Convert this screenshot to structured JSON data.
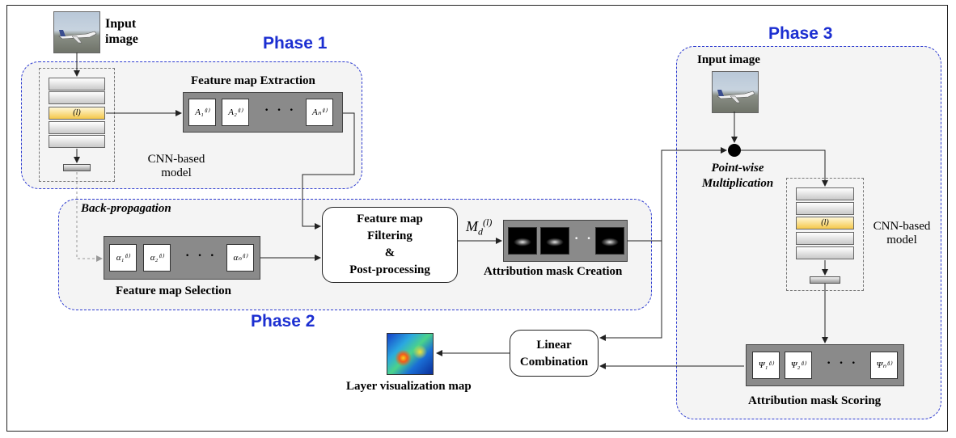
{
  "phase1": {
    "title": "Phase 1",
    "input_label_line1": "Input",
    "input_label_line2": "image",
    "highlight_layer": "(l)",
    "extraction_label": "Feature map Extraction",
    "feature_maps": [
      "A₁⁽ˡ⁾",
      "A₂⁽ˡ⁾",
      "Aₙ⁽ˡ⁾"
    ],
    "ellipsis": "· · ·",
    "model_label_line1": "CNN-based",
    "model_label_line2": "model"
  },
  "phase2": {
    "title": "Phase 2",
    "backprop_label": "Back-propagation",
    "weights": [
      "α₁⁽ˡ⁾",
      "α₂⁽ˡ⁾",
      "αₙ⁽ˡ⁾"
    ],
    "ellipsis": "· · ·",
    "selection_label": "Feature map Selection",
    "filter_line1": "Feature map",
    "filter_line2": "Filtering",
    "filter_line3": "&",
    "filter_line4": "Post-processing",
    "mask_symbol": "M_d^(l)",
    "mask_label": "Attribution mask Creation"
  },
  "phase3": {
    "title": "Phase 3",
    "input_label": "Input image",
    "mult_line1": "Point-wise",
    "mult_line2": "Multiplication",
    "highlight_layer": "(l)",
    "model_label_line1": "CNN-based",
    "model_label_line2": "model",
    "scores": [
      "Ψ₁⁽ˡ⁾",
      "Ψ₂⁽ˡ⁾",
      "Ψₙ⁽ˡ⁾"
    ],
    "ellipsis": "· · ·",
    "scoring_label": "Attribution mask Scoring"
  },
  "output": {
    "linear_line1": "Linear",
    "linear_line2": "Combination",
    "viz_label": "Layer visualization map"
  },
  "colors": {
    "phase_title": "#1c2fd1",
    "phase_border": "#2d3bd1",
    "highlight_layer": "#f5c84a"
  }
}
